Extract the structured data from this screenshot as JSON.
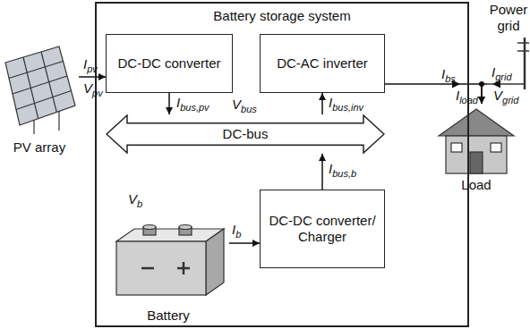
{
  "diagram": {
    "nodes": [
      {
        "text": [
          "Battery storage system"
        ]
      },
      {
        "text": [
          "DC-DC converter"
        ],
        "in": 0
      },
      {
        "text": [
          "DC-AC inverter"
        ],
        "in": 0
      },
      {
        "text": [
          "DC-bus"
        ],
        "in": 0
      },
      {
        "text": [
          "DC-DC converter/ Charger"
        ],
        "in": 0
      },
      {
        "text": [
          "Battery"
        ],
        "in": 0
      },
      {
        "text": [
          "PV array"
        ]
      },
      {
        "text": [
          "Power grid"
        ]
      },
      {
        "text": [
          "Load"
        ]
      }
    ],
    "edges": [
      {
        "from": 6,
        "to": 1,
        "arrow": "to"
      },
      {
        "from": 1,
        "to": 3,
        "arrow": "to"
      },
      {
        "from": 3,
        "to": 2,
        "arrow": "to"
      },
      {
        "from": 4,
        "to": 3,
        "arrow": "to"
      },
      {
        "from": 5,
        "to": 4,
        "arrow": "to"
      },
      {
        "from": 2,
        "to": 8,
        "arrow": "to"
      },
      {
        "from": 7,
        "to": 8,
        "arrow": "to"
      }
    ],
    "labels": [
      "Ipv",
      "Vpv",
      "Ibus,pv",
      "Vbus",
      "Ibus,inv",
      "Vb",
      "Ibus,b",
      "Ib",
      "Ibs",
      "Igrid",
      "Vgrid",
      "Iload"
    ]
  }
}
